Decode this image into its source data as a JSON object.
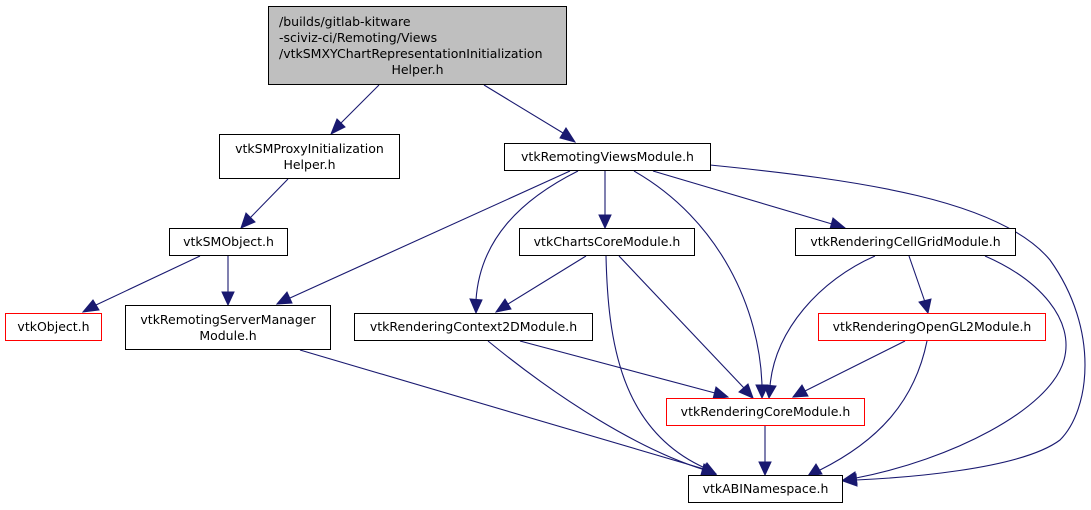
{
  "diagram": {
    "type": "include-dependency-graph",
    "colors": {
      "edge": "#191970",
      "root_fill": "#bfbfbf",
      "node_border": "#000000",
      "missing_node_border": "#ff0000"
    },
    "nodes": {
      "root": {
        "lines": [
          "/builds/gitlab-kitware",
          "-sciviz-ci/Remoting/Views",
          "/vtkSMXYChartRepresentationInitialization",
          "Helper.h"
        ],
        "style": "root"
      },
      "proxyHelper": {
        "lines": [
          "vtkSMProxyInitialization",
          "Helper.h"
        ],
        "style": "normal"
      },
      "remotingViews": {
        "lines": [
          "vtkRemotingViewsModule.h"
        ],
        "style": "normal"
      },
      "smObject": {
        "lines": [
          "vtkSMObject.h"
        ],
        "style": "normal"
      },
      "vtkObject": {
        "lines": [
          "vtkObject.h"
        ],
        "style": "missing"
      },
      "serverManager": {
        "lines": [
          "vtkRemotingServerManager",
          "Module.h"
        ],
        "style": "normal"
      },
      "chartsCore": {
        "lines": [
          "vtkChartsCoreModule.h"
        ],
        "style": "normal"
      },
      "context2D": {
        "lines": [
          "vtkRenderingContext2DModule.h"
        ],
        "style": "normal"
      },
      "cellGrid": {
        "lines": [
          "vtkRenderingCellGridModule.h"
        ],
        "style": "normal"
      },
      "openGL2": {
        "lines": [
          "vtkRenderingOpenGL2Module.h"
        ],
        "style": "missing"
      },
      "renderingCore": {
        "lines": [
          "vtkRenderingCoreModule.h"
        ],
        "style": "missing"
      },
      "abiNamespace": {
        "lines": [
          "vtkABINamespace.h"
        ],
        "style": "normal"
      }
    },
    "edges": [
      [
        "root",
        "proxyHelper"
      ],
      [
        "root",
        "remotingViews"
      ],
      [
        "proxyHelper",
        "smObject"
      ],
      [
        "smObject",
        "vtkObject"
      ],
      [
        "smObject",
        "serverManager"
      ],
      [
        "remotingViews",
        "serverManager"
      ],
      [
        "remotingViews",
        "context2D"
      ],
      [
        "remotingViews",
        "chartsCore"
      ],
      [
        "remotingViews",
        "renderingCore"
      ],
      [
        "remotingViews",
        "cellGrid"
      ],
      [
        "remotingViews",
        "abiNamespace"
      ],
      [
        "chartsCore",
        "context2D"
      ],
      [
        "chartsCore",
        "renderingCore"
      ],
      [
        "chartsCore",
        "abiNamespace"
      ],
      [
        "cellGrid",
        "openGL2"
      ],
      [
        "cellGrid",
        "renderingCore"
      ],
      [
        "cellGrid",
        "abiNamespace"
      ],
      [
        "openGL2",
        "renderingCore"
      ],
      [
        "openGL2",
        "abiNamespace"
      ],
      [
        "context2D",
        "renderingCore"
      ],
      [
        "context2D",
        "abiNamespace"
      ],
      [
        "serverManager",
        "abiNamespace"
      ],
      [
        "renderingCore",
        "abiNamespace"
      ]
    ]
  }
}
